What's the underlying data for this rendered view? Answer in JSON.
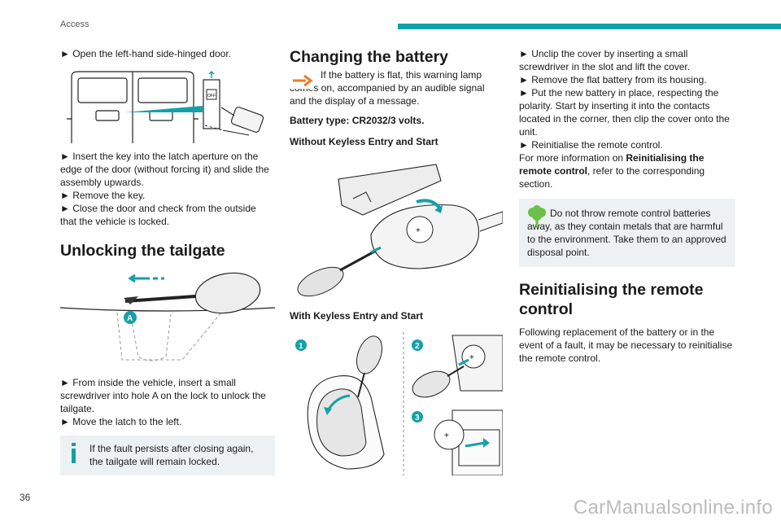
{
  "header": {
    "section": "Access",
    "accent_color": "#14a0a8"
  },
  "footer": {
    "page_number": "36",
    "watermark": "CarManualsonline.info"
  },
  "col1": {
    "step_open": "► Open the left-hand side-hinged door.",
    "door_badge": "OFF",
    "steps_key": [
      "► Insert the key into the latch aperture on the edge of the door (without forcing it) and slide the assembly upwards.",
      "► Remove the key.",
      "► Close the door and check from the outside that the vehicle is locked."
    ],
    "tailgate_title": "Unlocking the tailgate",
    "tailgate_label": "A",
    "steps_tailgate": [
      "► From inside the vehicle, insert a small screwdriver into hole A on the lock to unlock the tailgate.",
      "► Move the latch to the left."
    ],
    "info_note": "If the fault persists after closing again, the tailgate will remain locked."
  },
  "col2": {
    "title": "Changing the battery",
    "warning_text": "If the battery is flat, this warning lamp comes on, accompanied by an audible signal and the display of a message.",
    "battery_type": "Battery type: CR2032/3 volts.",
    "without_keyless": "Without Keyless Entry and Start",
    "with_keyless": "With Keyless Entry and Start",
    "step_badges": [
      "1",
      "2",
      "3"
    ],
    "warning_icon_color": "#f07c28",
    "badge_color": "#14a0a8"
  },
  "col3": {
    "steps": [
      "► Unclip the cover by inserting a small screwdriver in the slot and lift the cover.",
      "► Remove the flat battery from its housing.",
      "► Put the new battery in place, respecting the polarity. Start by inserting it into the contacts located in the corner, then clip the cover onto the unit.",
      "► Reinitialise the remote control."
    ],
    "more_info_prefix": "For more information on ",
    "more_info_bold": "Reinitialising the remote control",
    "more_info_suffix": ", refer to the corresponding section.",
    "eco_note": "Do not throw remote control batteries away, as they contain metals that are harmful to the environment. Take them to an approved disposal point.",
    "eco_color": "#6cc04a",
    "reinit_title": "Reinitialising the remote control",
    "reinit_text": "Following replacement of the battery or in the event of a fault, it may be necessary to reinitialise the remote control."
  }
}
